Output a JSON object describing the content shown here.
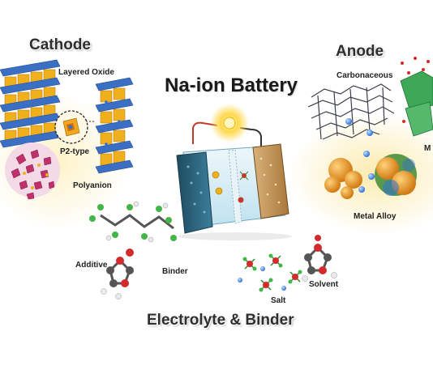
{
  "title": "Na-ion Battery",
  "sections": {
    "cathode": "Cathode",
    "anode": "Anode",
    "electrolyte": "Electrolyte & Binder"
  },
  "labels": {
    "layered_oxide": "Layered Oxide",
    "p2_type": "P2-type",
    "polyanion": "Polyanion",
    "carbonaceous": "Carbonaceous",
    "metal_alloy": "Metal Alloy",
    "additive": "Additive",
    "binder": "Binder",
    "salt": "Salt",
    "solvent": "Solvent",
    "cut_off": "M"
  },
  "colors": {
    "octahedron_blue": "#3a6fc4",
    "octahedron_yellow": "#f0b01e",
    "polyanion_magenta": "#c0306a",
    "carbon_gray": "#3a3f4a",
    "sodium_ion": "#2f6fd6",
    "halo_yellow": "#fff3b0",
    "cell_cathode": "#2f5f7a",
    "cell_anode": "#b98a4a",
    "atom_green": "#43b649",
    "atom_red": "#d12b2b",
    "atom_gray": "#555555"
  }
}
